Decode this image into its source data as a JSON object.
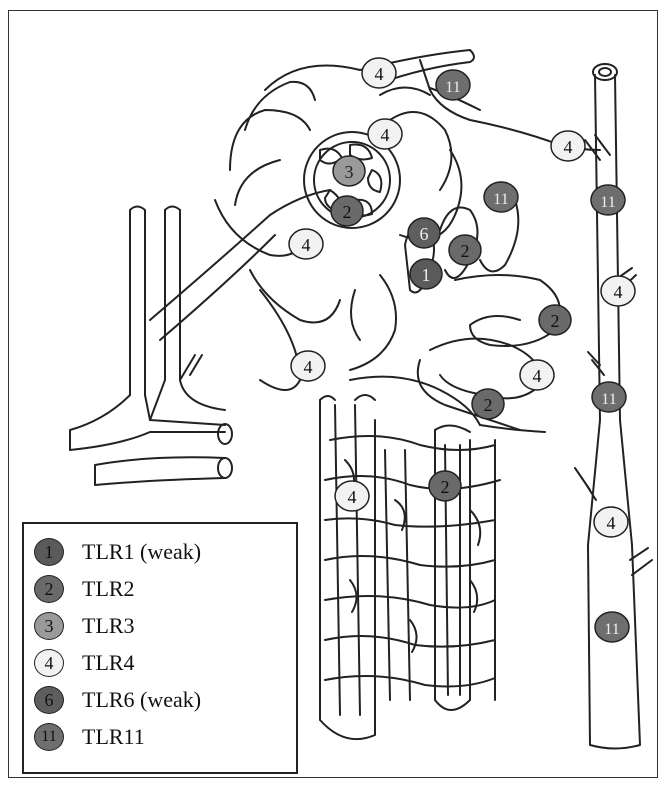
{
  "markers": {
    "m1": {
      "label": "1",
      "tlr": "1"
    },
    "m2a": {
      "label": "2",
      "tlr": "2"
    },
    "m2b": {
      "label": "2",
      "tlr": "2"
    },
    "m2c": {
      "label": "2",
      "tlr": "2"
    },
    "m2d": {
      "label": "2",
      "tlr": "2"
    },
    "m2e": {
      "label": "2",
      "tlr": "2"
    },
    "m3": {
      "label": "3",
      "tlr": "3"
    },
    "m4a": {
      "label": "4",
      "tlr": "4"
    },
    "m4b": {
      "label": "4",
      "tlr": "4"
    },
    "m4c": {
      "label": "4",
      "tlr": "4"
    },
    "m4d": {
      "label": "4",
      "tlr": "4"
    },
    "m4e": {
      "label": "4",
      "tlr": "4"
    },
    "m4f": {
      "label": "4",
      "tlr": "4"
    },
    "m4g": {
      "label": "4",
      "tlr": "4"
    },
    "m4h": {
      "label": "4",
      "tlr": "4"
    },
    "m4i": {
      "label": "4",
      "tlr": "4"
    },
    "m6": {
      "label": "6",
      "tlr": "6"
    },
    "m11a": {
      "label": "11",
      "tlr": "11"
    },
    "m11b": {
      "label": "11",
      "tlr": "11"
    },
    "m11c": {
      "label": "11",
      "tlr": "11"
    },
    "m11d": {
      "label": "11",
      "tlr": "11"
    },
    "m11e": {
      "label": "11",
      "tlr": "11"
    }
  },
  "legend": {
    "items": [
      {
        "number": "1",
        "label": "TLR1 (weak)",
        "color": "#5a5a5a",
        "text_color": "#111111"
      },
      {
        "number": "2",
        "label": "TLR2",
        "color": "#6a6a6a",
        "text_color": "#111111"
      },
      {
        "number": "3",
        "label": "TLR3",
        "color": "#9a9a9a",
        "text_color": "#111111"
      },
      {
        "number": "4",
        "label": "TLR4",
        "color": "#f2f2f2",
        "text_color": "#111111"
      },
      {
        "number": "6",
        "label": "TLR6 (weak)",
        "color": "#5e5e5e",
        "text_color": "#111111"
      },
      {
        "number": "11",
        "label": "TLR11",
        "color": "#6e6e6e",
        "text_color": "#111111"
      }
    ]
  },
  "colors": {
    "line": "#222222",
    "background": "#ffffff"
  }
}
